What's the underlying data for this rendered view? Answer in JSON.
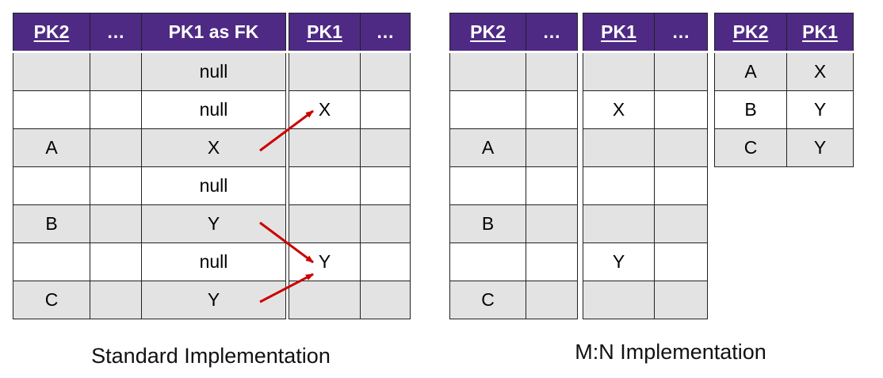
{
  "diagram": {
    "standard": {
      "caption": "Standard Implementation",
      "table_a": {
        "headers": [
          "PK2",
          "…",
          "PK1 as FK"
        ],
        "key_headers": [
          true,
          false,
          false
        ],
        "rows": [
          [
            "",
            "",
            "null"
          ],
          [
            "",
            "",
            "null"
          ],
          [
            "A",
            "",
            "X"
          ],
          [
            "",
            "",
            "null"
          ],
          [
            "B",
            "",
            "Y"
          ],
          [
            "",
            "",
            "null"
          ],
          [
            "C",
            "",
            "Y"
          ]
        ]
      },
      "table_b": {
        "headers": [
          "PK1",
          "…"
        ],
        "key_headers": [
          true,
          false
        ],
        "rows": [
          [
            "",
            ""
          ],
          [
            "X",
            ""
          ],
          [
            "",
            ""
          ],
          [
            "",
            ""
          ],
          [
            "",
            ""
          ],
          [
            "Y",
            ""
          ],
          [
            "",
            ""
          ]
        ]
      },
      "arrows": [
        {
          "from_row": 2,
          "to_row": 1
        },
        {
          "from_row": 4,
          "to_row": 5
        },
        {
          "from_row": 6,
          "to_row": 5
        }
      ]
    },
    "mn": {
      "caption": "M:N Implementation",
      "table_a": {
        "headers": [
          "PK2",
          "…"
        ],
        "key_headers": [
          true,
          false
        ],
        "rows": [
          [
            "",
            ""
          ],
          [
            "",
            ""
          ],
          [
            "A",
            ""
          ],
          [
            "",
            ""
          ],
          [
            "B",
            ""
          ],
          [
            "",
            ""
          ],
          [
            "C",
            ""
          ]
        ]
      },
      "table_b": {
        "headers": [
          "PK1",
          "…"
        ],
        "key_headers": [
          true,
          false
        ],
        "rows": [
          [
            "",
            ""
          ],
          [
            "X",
            ""
          ],
          [
            "",
            ""
          ],
          [
            "",
            ""
          ],
          [
            "",
            ""
          ],
          [
            "Y",
            ""
          ],
          [
            "",
            ""
          ]
        ]
      },
      "table_c": {
        "headers": [
          "PK2",
          "PK1"
        ],
        "key_headers": [
          true,
          true
        ],
        "rows": [
          [
            "A",
            "X"
          ],
          [
            "B",
            "Y"
          ],
          [
            "C",
            "Y"
          ]
        ]
      }
    },
    "colors": {
      "header_bg": "#4e2a84",
      "row_gray": "#e3e3e3",
      "arrow": "#cc0000"
    }
  }
}
